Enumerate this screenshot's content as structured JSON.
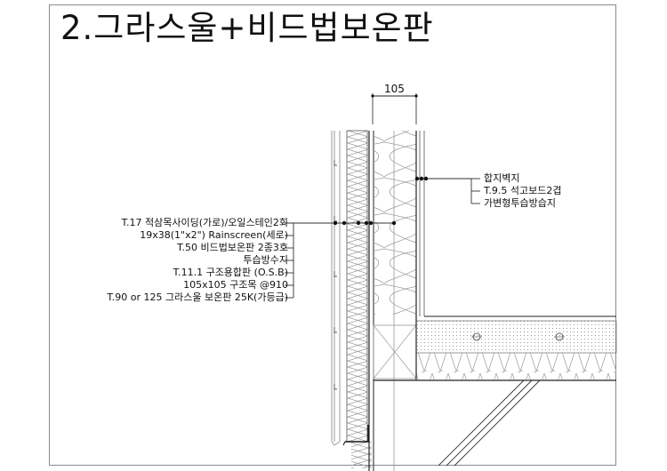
{
  "title": "2.그라스울+비드법보온판",
  "dimension": {
    "value": "105"
  },
  "exterior_labels": [
    "T.17 적삼목사이딩(가로)/오일스테인2회",
    "19x38(1\"x2\") Rainscreen(세로)",
    "T.50 비드법보온판 2종3호",
    "투습방수지",
    "T.11.1 구조용합판 (O.S.B)",
    "105x105 구조목 @910",
    "T.90 or 125 그라스울 보온판 25K(가등급)"
  ],
  "interior_labels": [
    "합지벽지",
    "T.9.5 석고보드2겹",
    "가변형투습방습지"
  ],
  "colors": {
    "line": "#222222",
    "hatch": "#9a9a9a",
    "frame": "#8a8a8a"
  }
}
